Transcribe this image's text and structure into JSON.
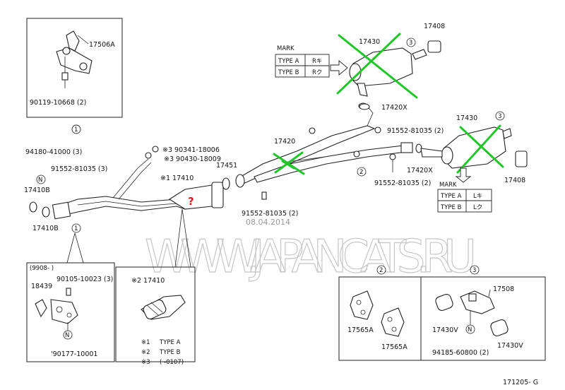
{
  "labels": {
    "p17506a": "17506A",
    "p90119": "90119-10668 (2)",
    "c1_top": "1",
    "p94180": "94180-41000 (3)",
    "p91552_a": "91552-81035 (3)",
    "p17410b_a": "17410B",
    "p17410b_b": "17410B",
    "p90341": "※3 90341-18006",
    "p90430": "※3 90430-18009",
    "p17410_main": "※1 17410",
    "p17451": "17451",
    "p17420": "17420",
    "p91552_b": "91552-81035 (2)",
    "p91552_c": "91552-81035 (2)",
    "p91552_d": "91552-81035 (2)",
    "p17420x_a": "17420X",
    "p17420x_b": "17420X",
    "p17430_top": "17430",
    "p17408_top": "17408",
    "p17430_right": "17430",
    "p17408_right": "17408",
    "c3_a": "3",
    "c3_b": "3",
    "c2_pipe": "2",
    "c1_pipe": "1",
    "qmark": "?",
    "p18439": "18439",
    "p90105": "90105-10023 (3)",
    "p90177": "'90177-10001",
    "range_9908": "(9908-      )",
    "p17410_detail": "※2 17410",
    "c2_box": "2",
    "c3_box": "3",
    "p17565a_1": "17565A",
    "p17565a_2": "17565A",
    "p17508": "17508",
    "p17430v_1": "17430V",
    "p17430v_2": "17430V",
    "p94185": "94185-60800 (2)",
    "doc_code": "171205- G",
    "watermark": "WWW.JAPANCATS.RU",
    "watermark_date": "08.04.2014"
  },
  "mark_tables": [
    {
      "header": "MARK",
      "rows": [
        [
          "TYPE A",
          "Rキ"
        ],
        [
          "TYPE B",
          "Rク"
        ]
      ]
    },
    {
      "header": "MARK",
      "rows": [
        [
          "TYPE A",
          "Lキ"
        ],
        [
          "TYPE B",
          "Lク"
        ]
      ]
    }
  ],
  "legend": [
    {
      "sym": "※1",
      "text": "TYPE A"
    },
    {
      "sym": "※2",
      "text": "TYPE B"
    },
    {
      "sym": "※3",
      "text": "(          -0107)"
    }
  ],
  "colors": {
    "strike_mark": "#22c52a",
    "question_mark": "#e02020"
  }
}
